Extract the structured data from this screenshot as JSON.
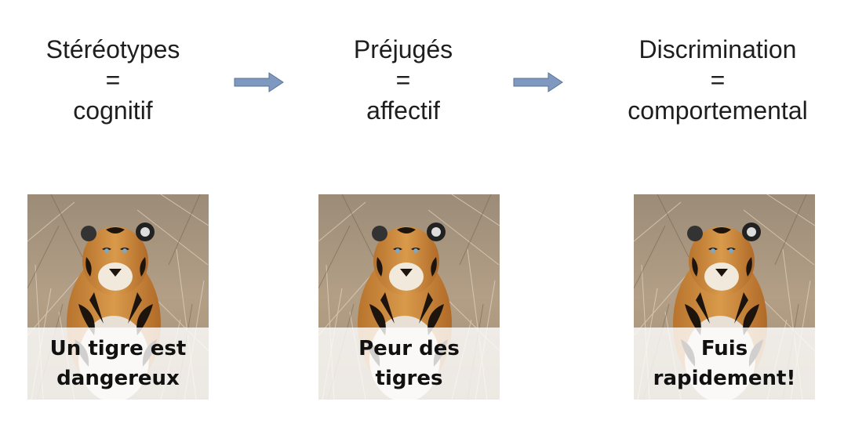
{
  "concepts": [
    {
      "term": "Stéréotypes",
      "equals": "=",
      "type": "cognitif"
    },
    {
      "term": "Préjugés",
      "equals": "=",
      "type": "affectif"
    },
    {
      "term": "Discrimination",
      "equals": "=",
      "type": "comportemental"
    }
  ],
  "examples": [
    {
      "line1": "Un tigre est",
      "line2": "dangereux",
      "image": "tiger-photo"
    },
    {
      "line1": "Peur des",
      "line2": "tigres",
      "image": "tiger-photo"
    },
    {
      "line1": "Fuis",
      "line2": "rapidement!",
      "image": "tiger-photo"
    }
  ],
  "colors": {
    "arrow_fill": "#7f98c0",
    "arrow_stroke": "#5a7396",
    "text": "#1e1e1e"
  }
}
